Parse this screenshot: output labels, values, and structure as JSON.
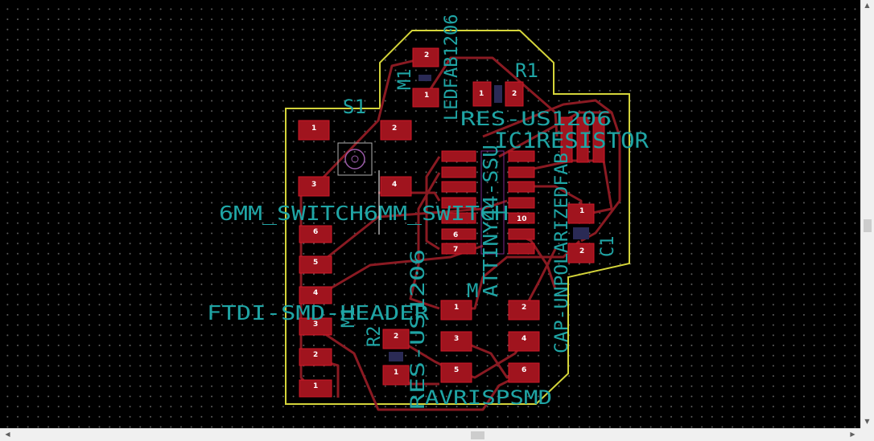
{
  "colors": {
    "background": "#000000",
    "grid": "#5a5a5a",
    "copper": "#a0141e",
    "track": "#8a1a22",
    "outline": "#d4d43a",
    "silkscreen": "#1fa5a5",
    "scrollbar": "#f0f0f0"
  },
  "labels": {
    "s1_ref": "S1",
    "switch_value": "6MM_SWITCH6MM_SWITCH",
    "m1_ref": "M1",
    "led_value": "LEDFAB1206",
    "r1_ref": "R1",
    "res_value": "RES-US1206",
    "ic1_ref": "IC1RESISTOR",
    "attiny_value": "ATTINY44-SSU",
    "c1_value": "CAP-UNPOLARIZEDFAB",
    "c1_ref": "C1",
    "ftdi_value": "FTDI-SMD-HEADER",
    "m_ref": "M",
    "r2_ref": "R2",
    "res2_value": "RES-US1206",
    "avr_value": "AVRISPSMD"
  },
  "pads": {
    "s1_1": "1",
    "s1_2": "2",
    "s1_3": "3",
    "s1_4": "4",
    "m1_1": "1",
    "m1_2": "2",
    "r1_1": "1",
    "r1_2": "2",
    "c1_1": "1",
    "c1_2": "2",
    "ftdi_1": "1",
    "ftdi_2": "2",
    "ftdi_3": "3",
    "ftdi_4": "4",
    "ftdi_5": "5",
    "ftdi_6": "6",
    "r2_1": "1",
    "r2_2": "2",
    "isp_1": "1",
    "isp_2": "2",
    "isp_3": "3",
    "isp_4": "4",
    "isp_5": "5",
    "isp_6": "6",
    "ic_10": "10",
    "ic_6": "6",
    "ic_7": "7"
  },
  "icons": {
    "scroll_up": "triangle-up",
    "scroll_down": "triangle-down",
    "scroll_left": "triangle-left",
    "scroll_right": "triangle-right"
  }
}
